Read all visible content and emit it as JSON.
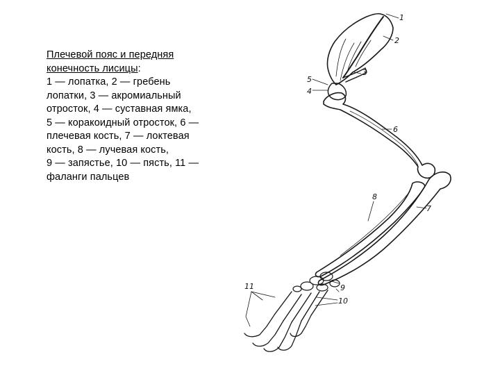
{
  "caption": {
    "title_line1": "Плечевой пояс и передняя",
    "title_line2": "конечность лисицы",
    "title_colon": ":",
    "lines": [
      "1 — лопатка, 2 — гребень",
      "лопатки, 3 — акромиальный",
      "отросток, 4 — суставная ямка,",
      "5 — коракоидный отросток, 6 —",
      "плечевая кость, 7 — локтевая",
      "кость, 8 — лучевая кость,",
      "9 — запястье, 10 — пясть, 11 —",
      "фаланги  пальцев"
    ]
  },
  "figure": {
    "labels": {
      "n1": "1",
      "n2": "2",
      "n3": "3",
      "n4": "4",
      "n5": "5",
      "n6": "6",
      "n7": "7",
      "n8": "8",
      "n9": "9",
      "n10": "10",
      "n11": "11"
    }
  }
}
